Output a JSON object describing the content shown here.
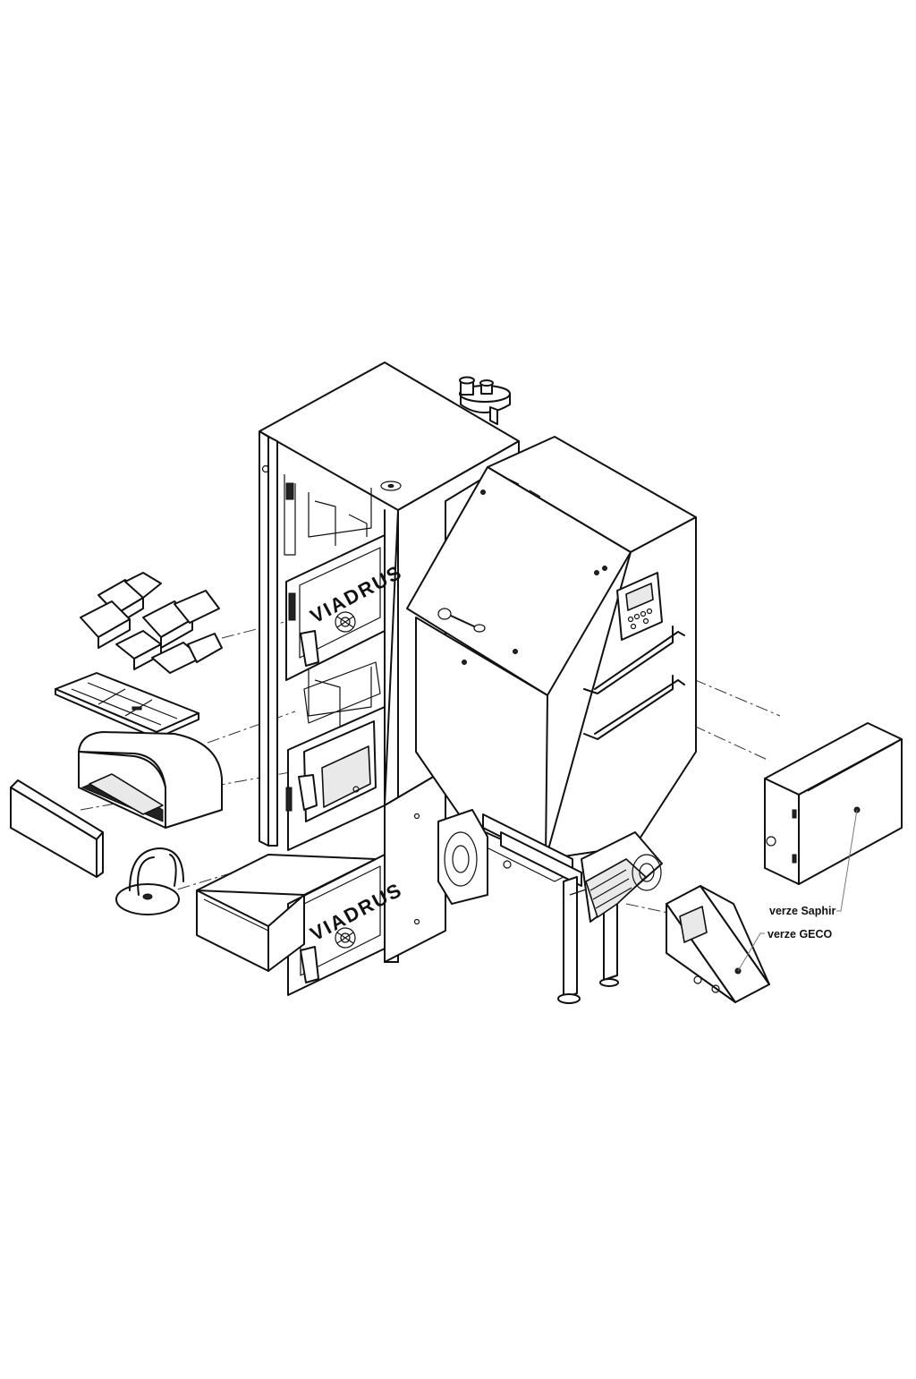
{
  "brand": {
    "door_top": "VIADRUS",
    "door_bottom": "VIADRUS"
  },
  "callouts": {
    "saphir": "verze Saphir",
    "geco": "verze GECO"
  },
  "colors": {
    "line": "#111111",
    "dash": "#333333",
    "leader": "#777777",
    "background": "#ffffff"
  }
}
